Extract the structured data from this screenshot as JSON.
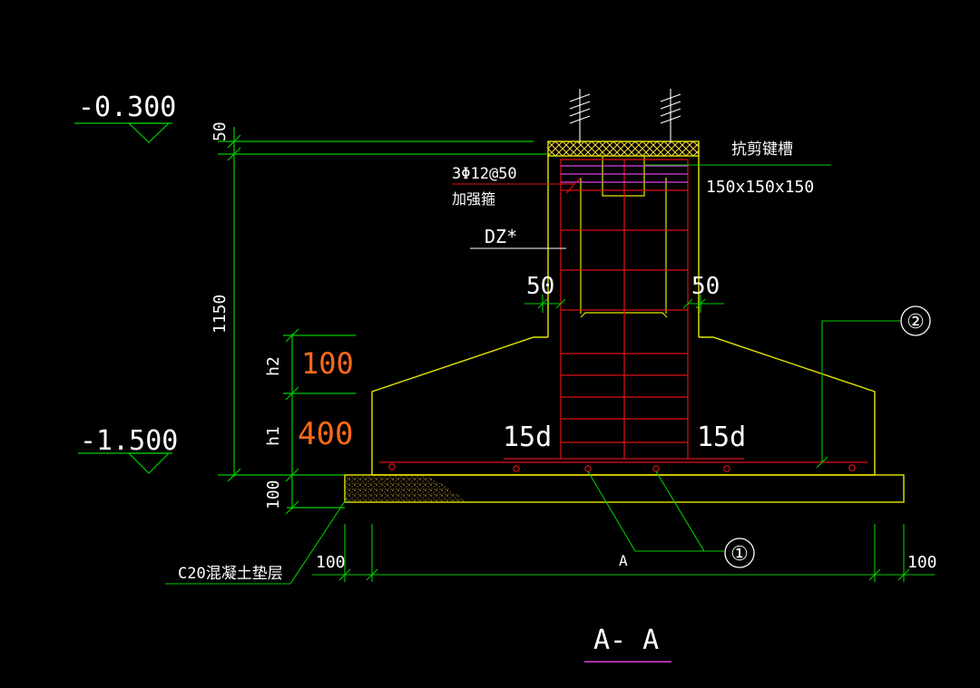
{
  "colors": {
    "background": "#000000",
    "dimension": "#00cc00",
    "outline": "#e6e600",
    "rebar": "#e01010",
    "hatch_top": "#ffdd33",
    "magenta": "#e040e0",
    "text": "#ffffff",
    "orange_value": "#ff6a1a"
  },
  "elevations": {
    "top": "-0.300",
    "bottom": "-1.500"
  },
  "dimensions": {
    "top_gap": "50",
    "column_height": "1150",
    "base_thickness": "100",
    "cover_left": "50",
    "cover_right": "50",
    "ext_left": "100",
    "ext_right": "100"
  },
  "params": {
    "h2_label": "h2",
    "h2_value": "100",
    "h1_label": "h1",
    "h1_value": "400"
  },
  "annotations": {
    "shear_key": "抗剪键槽",
    "shear_key_size": "150x150x150",
    "stirrup_spec": "3Φ12@50",
    "stirrup_name": "加强箍",
    "column_mark": "DZ*",
    "anchor_left": "15d",
    "anchor_right": "15d",
    "cushion": "C20混凝土垫层",
    "point_a": "A",
    "callout_1": "①",
    "callout_2": "②"
  },
  "section_title": "A- A",
  "icons": {
    "elevation_marker": "triangle-elevation-icon",
    "callout_circle": "circle-callout-icon",
    "break_symbol": "rebar-break-icon"
  }
}
